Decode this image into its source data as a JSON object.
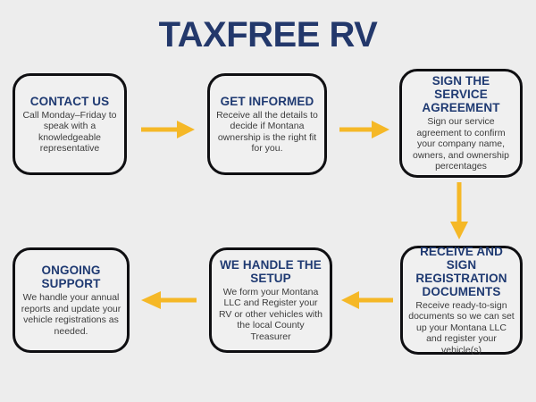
{
  "page": {
    "title": "TAXFREE RV",
    "background_color": "#ededed",
    "heading_color": "#1f3a72",
    "body_text_color": "#3c3c3c",
    "box_border_color": "#0f0f12",
    "box_fill_color": "#f0f0f0",
    "arrow_color": "#f5b827"
  },
  "steps": [
    {
      "id": "contact-us",
      "heading": "CONTACT US",
      "body": "Call Monday–Friday to speak with a knowledgeable representative"
    },
    {
      "id": "get-informed",
      "heading": "GET INFORMED",
      "body": "Receive all the details to decide if Montana ownership is the right fit for you."
    },
    {
      "id": "sign-agreement",
      "heading": "SIGN THE SERVICE AGREEMENT",
      "body": "Sign our service agreement to confirm your company name, owners, and ownership percentages"
    },
    {
      "id": "receive-sign-docs",
      "heading": "RECEIVE AND SIGN REGISTRATION DOCUMENTS",
      "body": "Receive ready-to-sign documents so we can set up your Montana LLC and register your vehicle(s)"
    },
    {
      "id": "we-handle-setup",
      "heading": "WE HANDLE THE SETUP",
      "body": "We form your Montana LLC and Register your RV or other vehicles with the local County Treasurer"
    },
    {
      "id": "ongoing-support",
      "heading": "ONGOING SUPPORT",
      "body": "We handle your annual reports and update your vehicle registrations as needed."
    }
  ],
  "connectors": [
    {
      "id": "contact-us-to-get-informed",
      "direction": "right"
    },
    {
      "id": "get-informed-to-sign-agreement",
      "direction": "right"
    },
    {
      "id": "sign-agreement-to-receive-docs",
      "direction": "down"
    },
    {
      "id": "receive-docs-to-we-handle-setup",
      "direction": "left"
    },
    {
      "id": "we-handle-setup-to-ongoing-support",
      "direction": "left"
    }
  ]
}
